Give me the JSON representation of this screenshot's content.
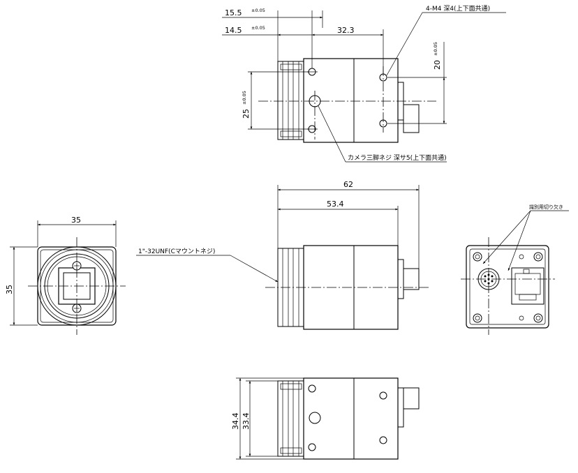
{
  "dims": {
    "d15_5": "15.5",
    "d14_5": "14.5",
    "tol": "±0.05",
    "d32_3": "32.3",
    "d20": "20",
    "d25": "25",
    "d62": "62",
    "d53_4": "53.4",
    "d35_w": "35",
    "d35_h": "35",
    "d34_4": "34.4",
    "d33_4": "33.4"
  },
  "notes": {
    "m4": "4-M4  深4(上下面共通)",
    "tripod": "カメラ三脚ネジ  深サ5(上下面共通)",
    "mount": "1\"-32UNF(Cマウントネジ)",
    "cutout": "識別用切り欠き"
  },
  "icons": {
    "screw": "phillips-screw-icon",
    "connector": "circular-connector-icon",
    "ethernet": "rj45-port-icon"
  }
}
